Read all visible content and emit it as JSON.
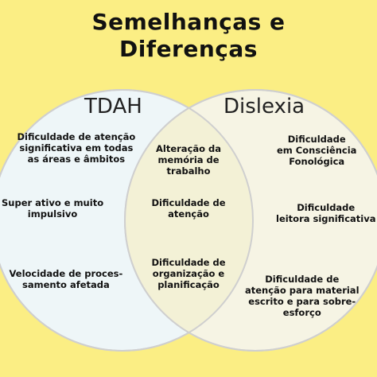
{
  "title": {
    "line1": "Semelhanças e",
    "line2": "Diferenças"
  },
  "sets": {
    "left": {
      "name": "TDAH",
      "fill": "#eef6f8",
      "items": [
        [
          "Dificuldade de atenção",
          "significativa em todas",
          "as áreas e âmbitos"
        ],
        [
          "Super ativo e muito",
          "impulsivo"
        ],
        [
          "Velocidade de proces-",
          "samento afetada"
        ]
      ]
    },
    "right": {
      "name": "Dislexia",
      "fill": "#f6f4e4",
      "items": [
        [
          "Dificuldade",
          "em Consciência",
          "Fonológica"
        ],
        [
          "Dificuldade",
          "leitora significativa"
        ],
        [
          "Dificuldade de",
          "atenção para material",
          "escrito e para sobre-",
          "esforço"
        ]
      ]
    },
    "intersection": {
      "fill": "#f3f1d6",
      "items": [
        [
          "Alteração da",
          "memória de",
          "trabalho"
        ],
        [
          "Dificuldade de",
          "atenção"
        ],
        [
          "Dificuldade de",
          "organização e",
          "planificação"
        ]
      ]
    }
  },
  "colors": {
    "background": "#fbee84",
    "outline": "#cfcfcf",
    "text": "#111111"
  }
}
